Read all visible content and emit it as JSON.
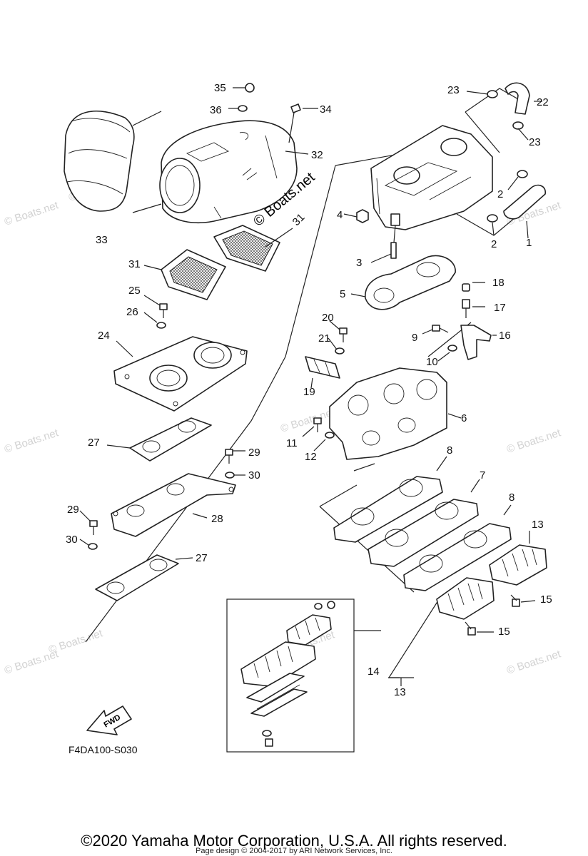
{
  "diagram": {
    "drawing_code": "F4DA100-S030",
    "fwd_label": "FWD",
    "watermark_center": "© Boats.net",
    "watermark_repeat": "© Boats.net",
    "part_numbers": [
      "1",
      "2",
      "2",
      "3",
      "4",
      "5",
      "6",
      "7",
      "8",
      "8",
      "9",
      "10",
      "11",
      "12",
      "13",
      "13",
      "14",
      "15",
      "15",
      "16",
      "17",
      "18",
      "19",
      "20",
      "21",
      "22",
      "23",
      "23",
      "24",
      "25",
      "26",
      "27",
      "27",
      "28",
      "29",
      "29",
      "30",
      "30",
      "31",
      "31",
      "32",
      "33",
      "34",
      "35",
      "36"
    ]
  },
  "footer": {
    "copyright": "©2020 Yamaha Motor Corporation, U.S.A. All rights reserved.",
    "page_design": "Page design © 2004-2017 by ARI Network Services, Inc."
  }
}
